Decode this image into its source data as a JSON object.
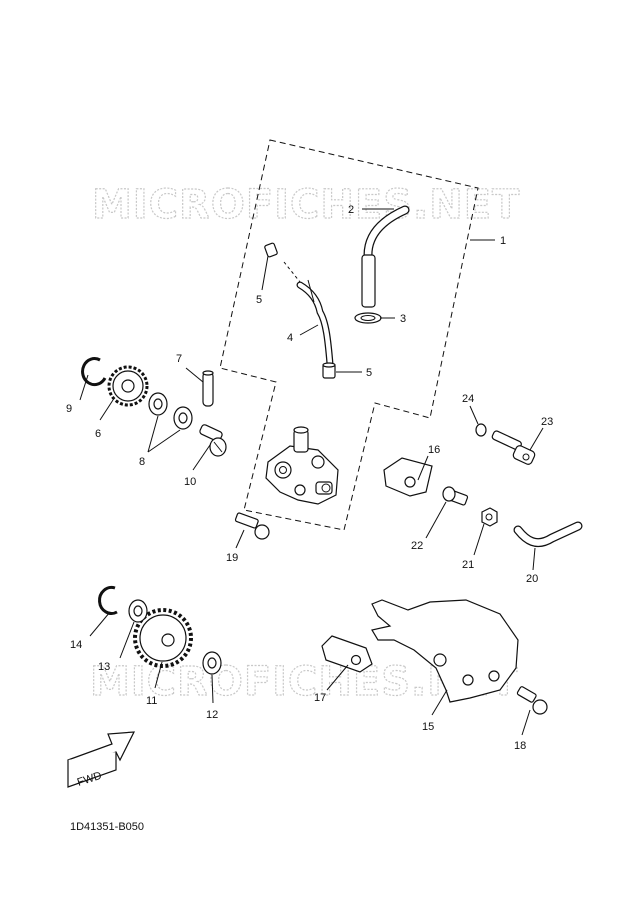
{
  "watermark": "MICROFICHES.NET",
  "diagram_code": "1D41351-B050",
  "fwd_label": "FWD",
  "callouts": {
    "c1": "1",
    "c2": "2",
    "c3": "3",
    "c4": "4",
    "c5a": "5",
    "c5b": "5",
    "c6": "6",
    "c7": "7",
    "c8": "8",
    "c9": "9",
    "c10": "10",
    "c11": "11",
    "c12": "12",
    "c13": "13",
    "c14": "14",
    "c15": "15",
    "c16": "16",
    "c17": "17",
    "c18": "18",
    "c19": "19",
    "c20": "20",
    "c21": "21",
    "c22": "22",
    "c23": "23",
    "c24": "24"
  }
}
